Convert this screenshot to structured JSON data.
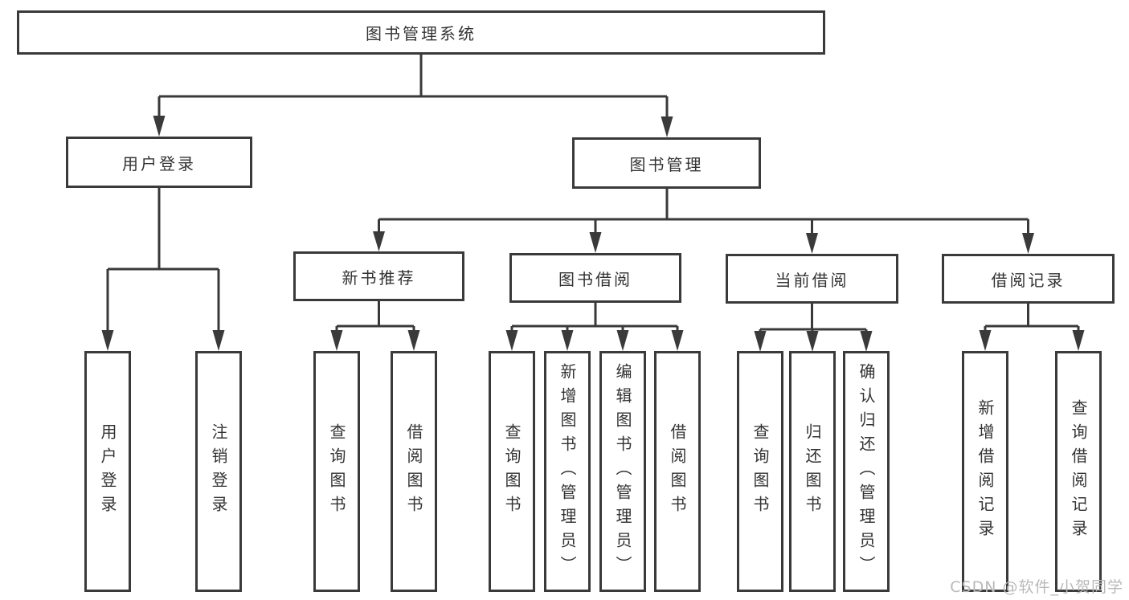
{
  "diagram": {
    "root": {
      "label": "图书管理系统",
      "children": [
        {
          "label": "用户登录",
          "children": [
            {
              "label": "用户登录"
            },
            {
              "label": "注销登录"
            }
          ]
        },
        {
          "label": "图书管理",
          "children": [
            {
              "label": "新书推荐",
              "children": [
                {
                  "label": "查询图书"
                },
                {
                  "label": "借阅图书"
                }
              ]
            },
            {
              "label": "图书借阅",
              "children": [
                {
                  "label": "查询图书"
                },
                {
                  "label": "新增图书（管理员）"
                },
                {
                  "label": "编辑图书（管理员）"
                },
                {
                  "label": "借阅图书"
                }
              ]
            },
            {
              "label": "当前借阅",
              "children": [
                {
                  "label": "查询图书"
                },
                {
                  "label": "归还图书"
                },
                {
                  "label": "确认归还（管理员）"
                }
              ]
            },
            {
              "label": "借阅记录",
              "children": [
                {
                  "label": "新增借阅记录"
                },
                {
                  "label": "查询借阅记录"
                }
              ]
            }
          ]
        }
      ]
    }
  },
  "watermark": {
    "text": "CSDN @软件_小贺同学"
  },
  "colors": {
    "line": "#3a3a3a",
    "border": "#3a3a3a",
    "text": "#333333",
    "watermark": "#b9b9b9",
    "background": "#ffffff"
  }
}
